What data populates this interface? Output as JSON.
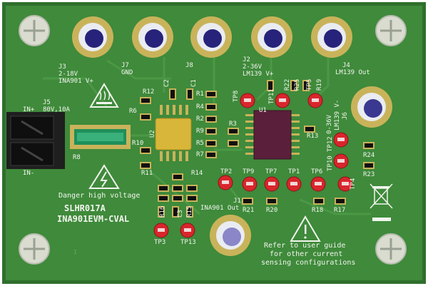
{
  "board": {
    "id_line1": "SLHR017A",
    "id_line2": "INA901EVM-CVAL",
    "danger": "Danger high voltage",
    "user_guide": [
      "Refer to user guide",
      "for other current",
      "sensing configurations"
    ],
    "pin1_mark": "1",
    "colors": {
      "pcb": "#3f8a3b",
      "silk": "#f2f5ee",
      "gold": "#c9b35a",
      "red": "#d8262c"
    }
  },
  "connectors": [
    {
      "ref": "J3",
      "desc1": "2-18V",
      "desc2": "INA901 V+"
    },
    {
      "ref": "J7",
      "desc1": "GND",
      "desc2": ""
    },
    {
      "ref": "J8",
      "desc1": "",
      "desc2": ""
    },
    {
      "ref": "J2",
      "desc1": "2-36V",
      "desc2": "LM139 V+"
    },
    {
      "ref": "J4",
      "desc1": "LM139 Out",
      "desc2": ""
    },
    {
      "ref": "J6",
      "desc1": "0-36V",
      "desc2": "LM139 V-"
    },
    {
      "ref": "J1",
      "desc1": "INA901 Out",
      "desc2": ""
    },
    {
      "ref": "J5",
      "desc1": "80V,10A",
      "desc2": ""
    }
  ],
  "terminal": {
    "plus": "IN+",
    "minus": "IN-"
  },
  "shunt": "R8",
  "ics": [
    "U2",
    "U1"
  ],
  "resistors": [
    "R1",
    "R2",
    "R3",
    "R4",
    "R5",
    "R6",
    "R7",
    "R9",
    "R10",
    "R11",
    "R12",
    "R13",
    "R14",
    "R15",
    "R16",
    "R17",
    "R18",
    "R19",
    "R20",
    "R21",
    "R22",
    "R23",
    "R24",
    "R25"
  ],
  "caps": [
    "C1",
    "C2",
    "C3"
  ],
  "testpoints": [
    "TP1",
    "TP2",
    "TP3",
    "TP4",
    "TP6",
    "TP7",
    "TP8",
    "TP9",
    "TP10",
    "TP11",
    "TP12",
    "TP13",
    "TP5"
  ],
  "icons": {
    "hot_surface": "hot-surface-warning-icon",
    "high_voltage": "high-voltage-warning-icon",
    "caution": "caution-icon",
    "weee": "weee-bin-icon",
    "mount": "mounting-hole-icon"
  }
}
